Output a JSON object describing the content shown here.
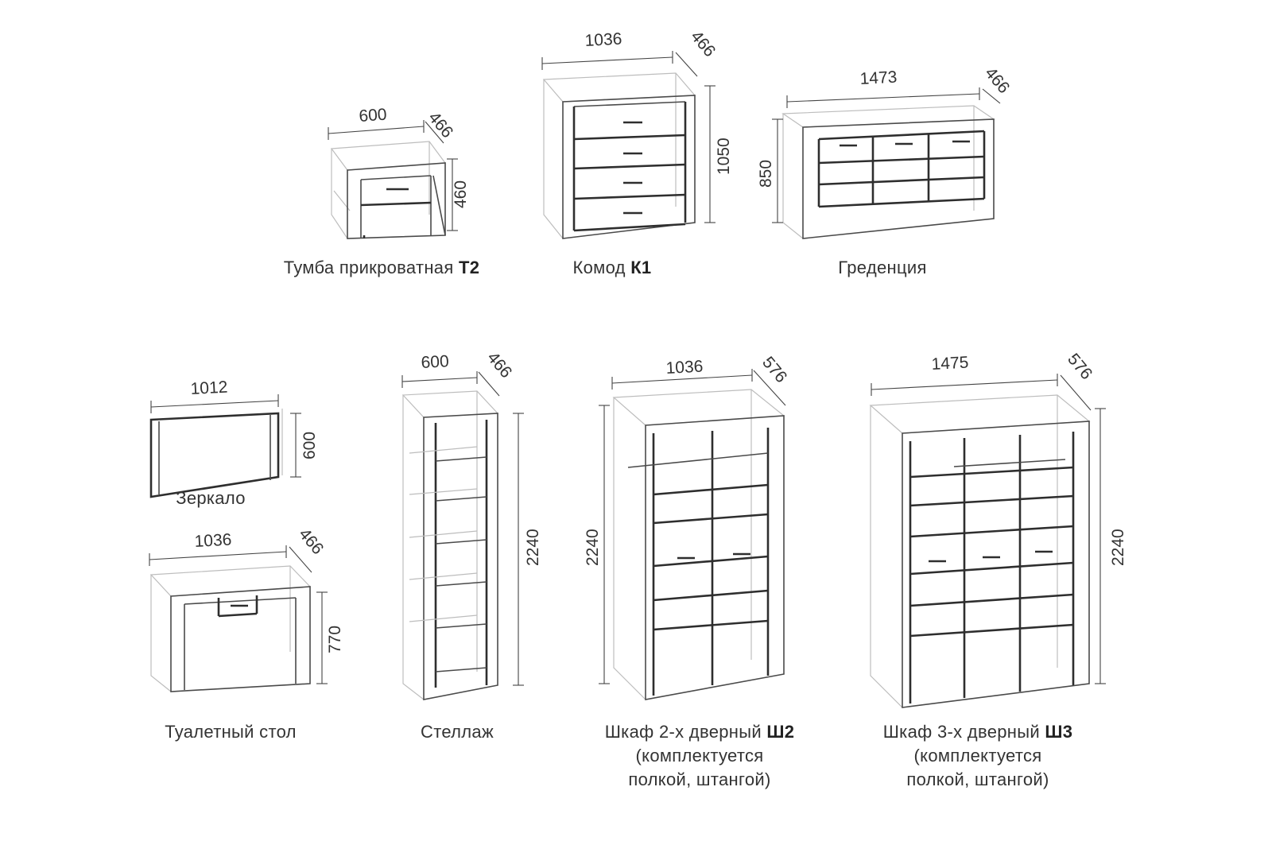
{
  "items": {
    "t2": {
      "name": "Тумба прикроватная ",
      "code": "Т2",
      "width": "600",
      "depth": "466",
      "height": "460"
    },
    "k1": {
      "name": "Комод ",
      "code": "К1",
      "width": "1036",
      "depth": "466",
      "height": "1050"
    },
    "gred": {
      "name": "Греденция",
      "width": "1473",
      "depth": "466",
      "height": "850"
    },
    "mirror": {
      "name": "Зеркало",
      "width": "1012",
      "height": "600"
    },
    "table": {
      "name": "Туалетный стол",
      "width": "1036",
      "depth": "466",
      "height": "770"
    },
    "rack": {
      "name": "Стеллаж",
      "width": "600",
      "depth": "466",
      "height": "2240"
    },
    "sh2": {
      "name": "Шкаф 2-х дверный ",
      "code": "Ш2",
      "note1": "(комплектуется",
      "note2": "полкой, штангой)",
      "width": "1036",
      "depth": "576",
      "height": "2240"
    },
    "sh3": {
      "name": "Шкаф 3-х дверный ",
      "code": "Ш3",
      "note1": "(комплектуется",
      "note2": "полкой, штангой)",
      "width": "1475",
      "depth": "576",
      "height": "2240"
    }
  },
  "colors": {
    "line": "#2e2e2e",
    "ghost": "#bdbdbd",
    "text": "#333333"
  }
}
